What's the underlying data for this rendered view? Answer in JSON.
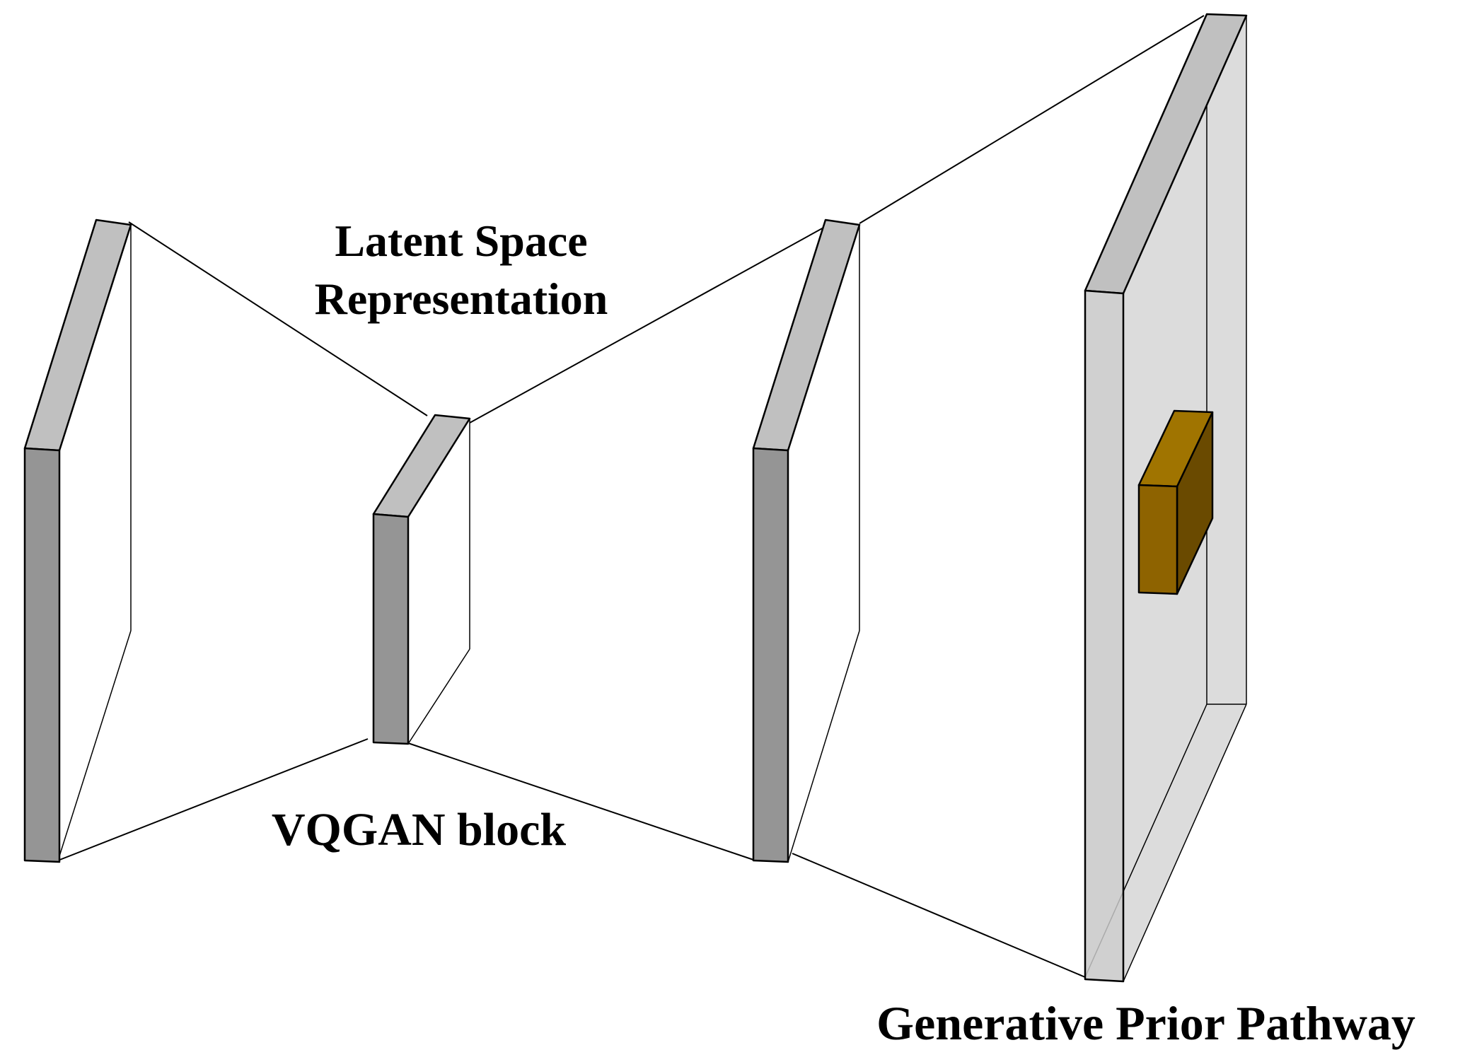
{
  "labels": {
    "latent_line1": "Latent Space",
    "latent_line2": "Representation",
    "vqgan": "VQGAN block",
    "generative": "Generative Prior Pathway"
  },
  "colors": {
    "slab_top": "#c0c0c0",
    "slab_front": "#959595",
    "large_face": "#dcdcdc",
    "block_front": "#8e6300",
    "block_top": "#a07400",
    "block_side": "#6a4a00"
  }
}
